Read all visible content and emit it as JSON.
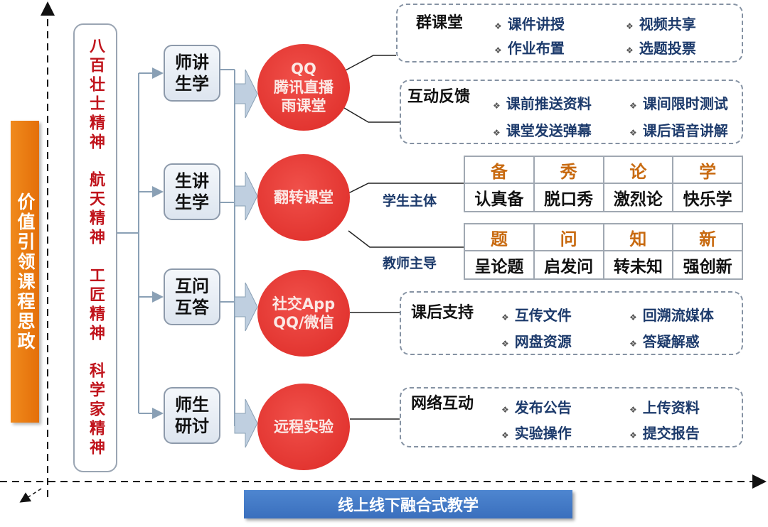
{
  "axis_label_vertical": "价值引领课程思政",
  "axis_label_horizontal": "线上线下融合式教学",
  "spirits": [
    "八百壮士精神",
    "航天精神",
    "工匠精神",
    "科学家精神"
  ],
  "modes": [
    "师讲生学",
    "生讲生学",
    "互问互答",
    "师生研讨"
  ],
  "platforms": [
    {
      "line1": "QQ",
      "line2": "腾讯直播",
      "line3": "雨课堂"
    },
    {
      "line1": "翻转课堂"
    },
    {
      "line1": "社交App",
      "line2": "QQ/微信"
    },
    {
      "line1": "远程实验"
    }
  ],
  "bullet": "❖",
  "boxes": {
    "qun": {
      "title": "群课堂",
      "items": [
        "课件讲授",
        "视频共享",
        "作业布置",
        "选题投票"
      ]
    },
    "hudong": {
      "title": "互动反馈",
      "items": [
        "课前推送资料",
        "课间限时测试",
        "课堂发送弹幕",
        "课后语音讲解"
      ]
    },
    "kehou": {
      "title": "课后支持",
      "items": [
        "互传文件",
        "回溯流媒体",
        "网盘资源",
        "答疑解惑"
      ]
    },
    "wangluo": {
      "title": "网络互动",
      "items": [
        "发布公告",
        "上传资料",
        "实验操作",
        "提交报告"
      ]
    }
  },
  "student": {
    "label": "学生主体",
    "heads": [
      "备",
      "秀",
      "论",
      "学"
    ],
    "words": [
      "认真备",
      "脱口秀",
      "激烈论",
      "快乐学"
    ]
  },
  "teacher": {
    "label": "教师主导",
    "heads": [
      "题",
      "问",
      "知",
      "新"
    ],
    "words": [
      "呈论题",
      "启发问",
      "转未知",
      "强创新"
    ]
  }
}
